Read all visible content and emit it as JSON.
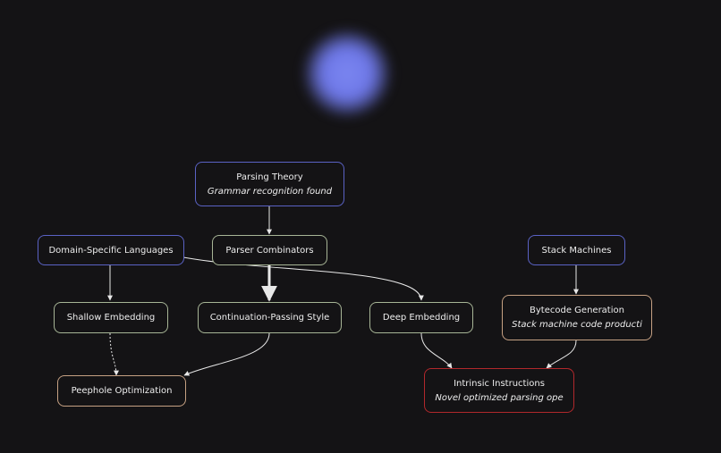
{
  "nodes": {
    "parsing_theory": {
      "title": "Parsing Theory",
      "subtitle": "Grammar recognition found"
    },
    "domain_specific_languages": {
      "title": "Domain-Specific Languages"
    },
    "parser_combinators": {
      "title": "Parser Combinators"
    },
    "stack_machines": {
      "title": "Stack Machines"
    },
    "shallow_embedding": {
      "title": "Shallow Embedding"
    },
    "continuation_passing_style": {
      "title": "Continuation-Passing Style"
    },
    "deep_embedding": {
      "title": "Deep Embedding"
    },
    "bytecode_generation": {
      "title": "Bytecode Generation",
      "subtitle": "Stack machine code producti"
    },
    "peephole_optimization": {
      "title": "Peephole Optimization"
    },
    "intrinsic_instructions": {
      "title": "Intrinsic Instructions",
      "subtitle": "Novel optimized parsing ope"
    }
  },
  "colors": {
    "background": "#141315",
    "blue_border": "#5a62c4",
    "green_border": "#a7b596",
    "orange_border": "#c6a183",
    "red_border": "#b1282c",
    "glow": "#6e78e8",
    "edge": "#e8e8e8"
  }
}
